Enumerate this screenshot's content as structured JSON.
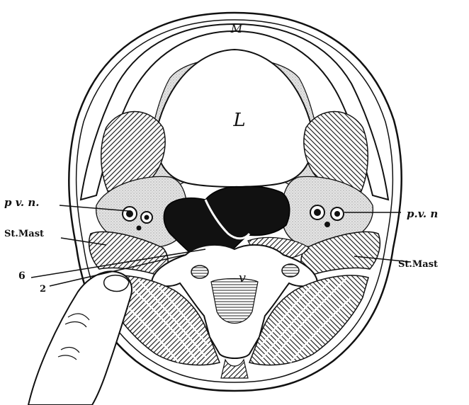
{
  "figure": {
    "labels": {
      "mandible": "M",
      "tongue": "L",
      "vertebra": "v",
      "pvn_left": "p v. n.",
      "pvn_right": "p.v. n",
      "stmast_left": "St.Mast",
      "stmast_right": "St.Mast",
      "num_6": "6",
      "num_2": "2"
    }
  }
}
